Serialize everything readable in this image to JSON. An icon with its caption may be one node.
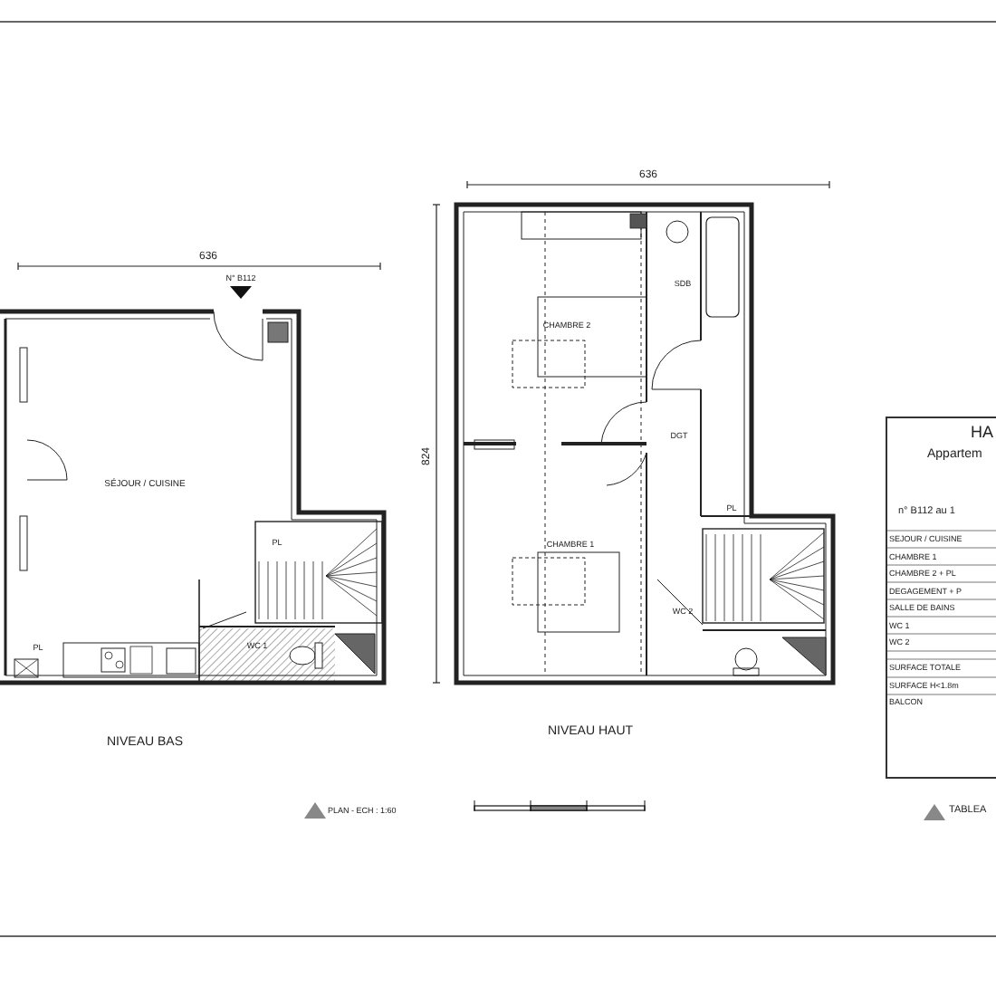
{
  "diagram": {
    "labels": [
      "636",
      "N° B112",
      "636",
      "824",
      "SÉJOUR / CUISINE",
      "PL",
      "PL",
      "WC 1",
      "CHAMBRE 2",
      "SDB",
      "DGT",
      "CHAMBRE 1",
      "PL",
      "WC 2",
      "NIVEAU BAS",
      "NIVEAU HAUT",
      "HA",
      "Appartem",
      "n° B112 au 1",
      "SEJOUR / CUISINE",
      "CHAMBRE 1",
      "CHAMBRE 2 + PL",
      "DEGAGEMENT + P",
      "SALLE DE BAINS",
      "WC 1",
      "WC 2",
      "SURFACE TOTALE",
      "SURFACE H<1.8m",
      "BALCON",
      "PLAN - ECH : 1:60",
      "TABLEA"
    ]
  }
}
